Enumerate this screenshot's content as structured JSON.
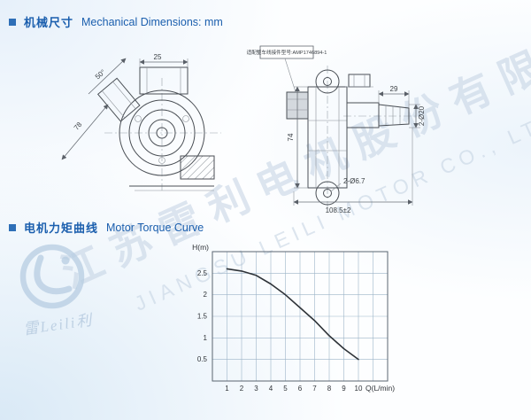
{
  "colors": {
    "accent": "#1b5fae",
    "grid": "#9db4c8",
    "drawing_line": "#4a4f55",
    "watermark": "#c3d2e3"
  },
  "header_mechanical": {
    "title_zh": "机械尺寸",
    "title_en": "Mechanical Dimensions: mm"
  },
  "header_torque": {
    "title_zh": "电机力矩曲线",
    "title_en": "Motor Torque Curve"
  },
  "drawing": {
    "connector_label": "适配整车线接件型号:AMP1746894-1",
    "dim_angle": "50°",
    "dim_top_width": "25",
    "dim_left_diag": "78",
    "dim_body_height": "74",
    "dim_port_length": "29",
    "dim_port_dia": "2-Ø20",
    "dim_hole_dia": "2-Ø6.7",
    "dim_overall_width": "108.5±2"
  },
  "watermark": {
    "line_zh": "江苏雷利电机股份有限公司",
    "line_en": "JIANGSU LEILI MOTOR CO., LTD.",
    "logo_text": "雷Leili利"
  },
  "chart_data": {
    "type": "line",
    "title": "Motor Torque Curve",
    "xlabel": "Q(L/min)",
    "ylabel": "H(m)",
    "x": [
      1,
      2,
      3,
      4,
      5,
      6,
      7,
      8,
      9,
      10
    ],
    "y": [
      2.6,
      2.55,
      2.45,
      2.25,
      2.0,
      1.7,
      1.4,
      1.05,
      0.75,
      0.5
    ],
    "xlim": [
      0,
      12
    ],
    "ylim": [
      0,
      3
    ],
    "x_ticks": [
      1,
      2,
      3,
      4,
      5,
      6,
      7,
      8,
      9,
      10
    ],
    "y_ticks": [
      0.5,
      1,
      1.5,
      2,
      2.5
    ],
    "grid": true,
    "legend": "none"
  }
}
